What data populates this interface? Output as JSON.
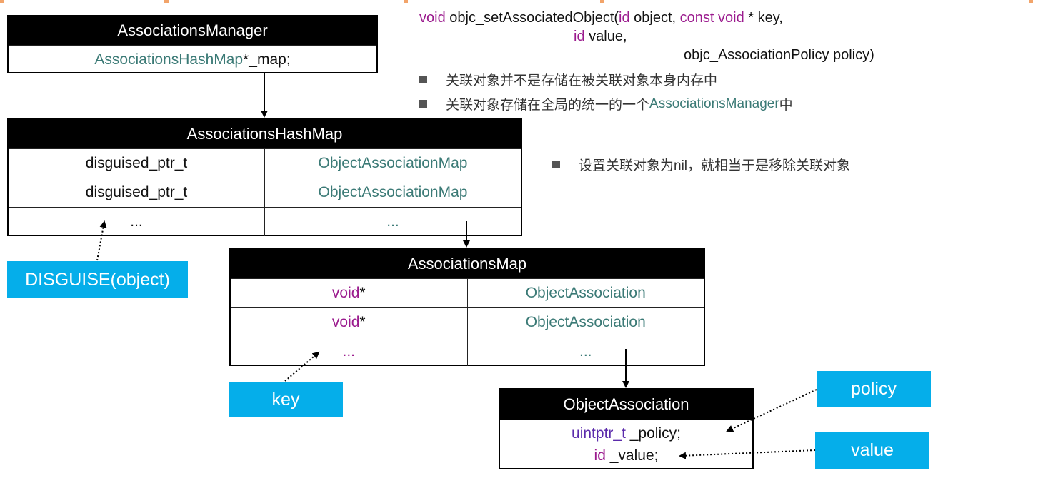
{
  "code": {
    "line1": {
      "kw1": "void",
      "t1": " objc_setAssociatedObject(",
      "kw2": "id",
      "t2": " object, ",
      "kw3": "const void",
      "t3": " * key,"
    },
    "line2": {
      "kw1": "id",
      "t1": " value,"
    },
    "line3": {
      "t1": "objc_AssociationPolicy policy)"
    }
  },
  "bullets": [
    {
      "text": "关联对象并不是存储在被关联对象本身内存中"
    },
    {
      "prefix": "关联对象存储在全局的统一的一个",
      "highlight": "AssociationsManager",
      "suffix": "中"
    },
    {
      "text": "设置关联对象为nil，就相当于是移除关联对象"
    }
  ],
  "manager": {
    "title": "AssociationsManager",
    "field_type": "AssociationsHashMap",
    "field_name": " *_map;"
  },
  "hashmap": {
    "title": "AssociationsHashMap",
    "rows": [
      {
        "key": "disguised_ptr_t",
        "value": "ObjectAssociationMap"
      },
      {
        "key": "disguised_ptr_t",
        "value": "ObjectAssociationMap"
      },
      {
        "key": "...",
        "value": "..."
      }
    ]
  },
  "assocmap": {
    "title": "AssociationsMap",
    "rows": [
      {
        "key_kw": "void",
        "key_rest": " *",
        "value": "ObjectAssociation"
      },
      {
        "key_kw": "void",
        "key_rest": " *",
        "value": "ObjectAssociation"
      },
      {
        "key_kw": "...",
        "key_rest": "",
        "value": "..."
      }
    ]
  },
  "objassoc": {
    "title": "ObjectAssociation",
    "line1_type": "uintptr_t",
    "line1_name": " _policy;",
    "line2_type": "id",
    "line2_name": " _value;"
  },
  "callouts": {
    "disguise": "DISGUISE(object)",
    "key": "key",
    "policy": "policy",
    "value": "value"
  },
  "colors": {
    "keyword": "#9b1b8e",
    "type_teal": "#3b7a76",
    "callout_bg": "#05aeea",
    "header_bg": "#000000"
  }
}
